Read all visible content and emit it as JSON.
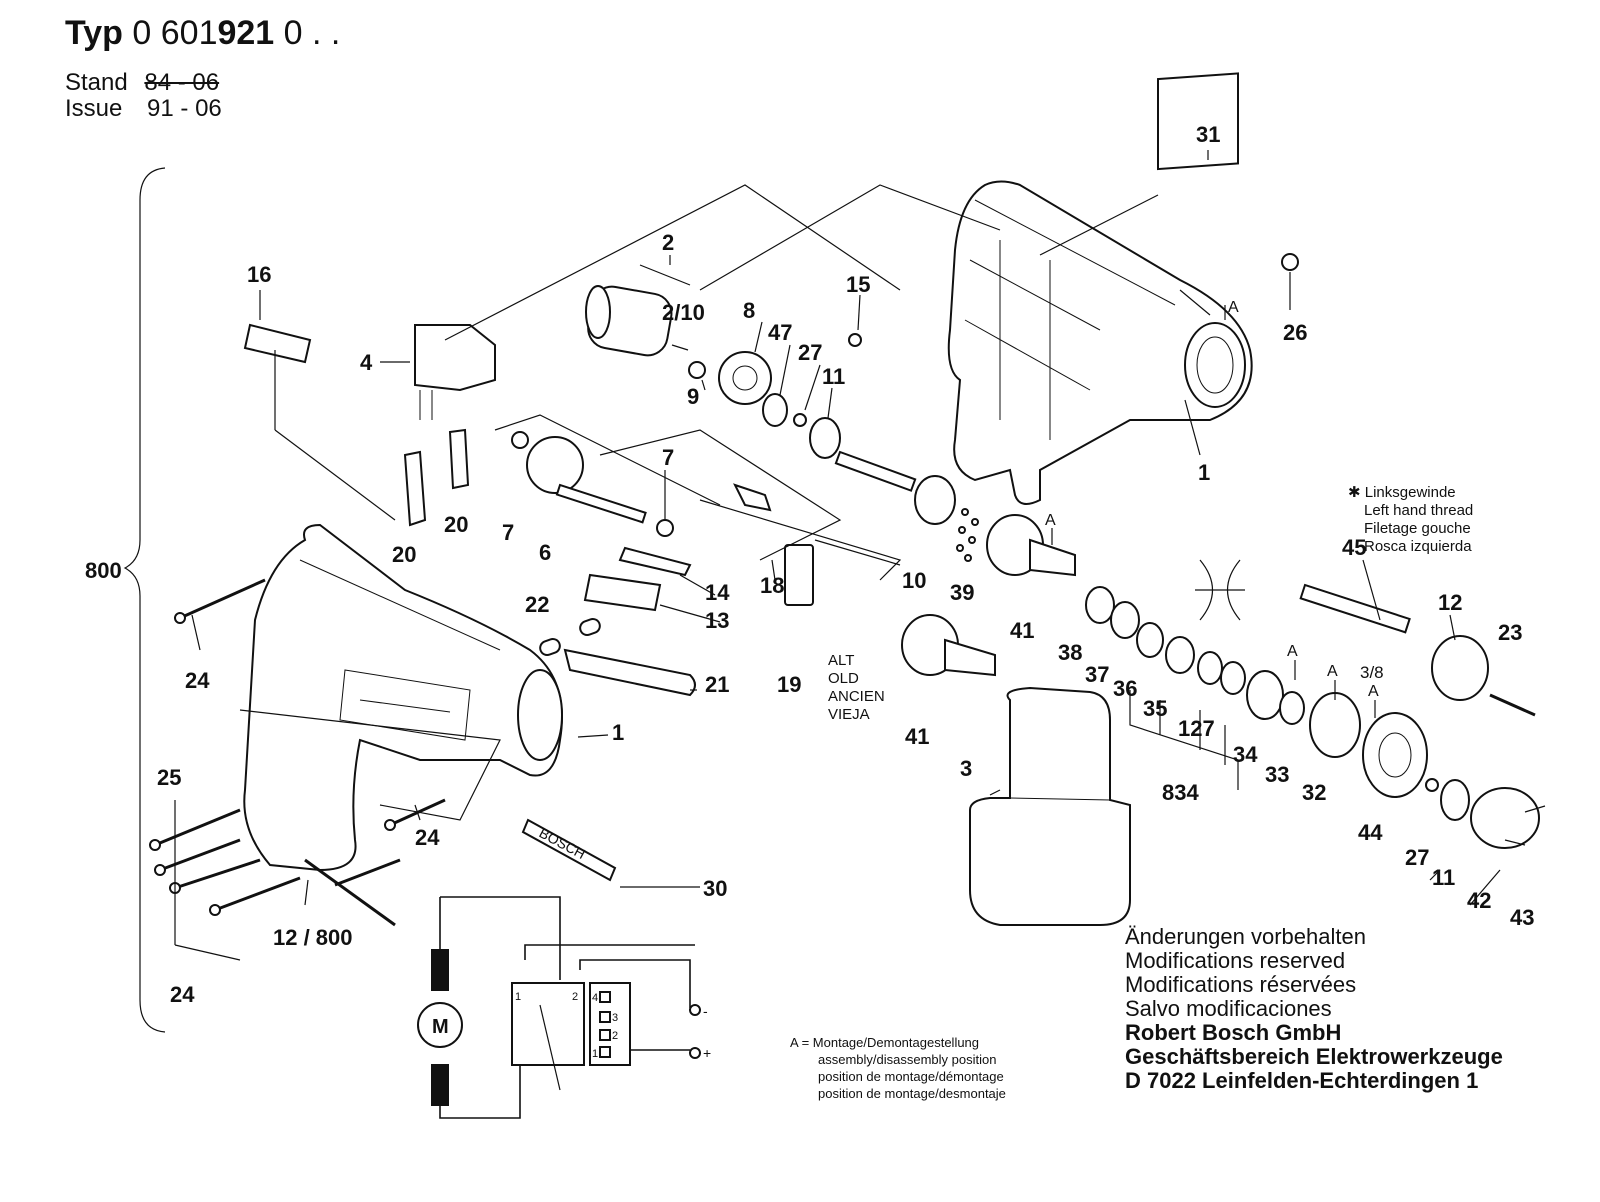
{
  "header": {
    "typ_label": "Typ",
    "typ_prefix": "0 601",
    "typ_bold": "921",
    "typ_suffix": "0 . .",
    "stand_label": "Stand",
    "stand_value": "84 - 06",
    "issue_label": "Issue",
    "issue_value": "91 - 06"
  },
  "callouts": {
    "c800": "800",
    "c31": "31",
    "c2": "2",
    "c2_10": "2/10",
    "c16": "16",
    "c4": "4",
    "c8": "8",
    "c47": "47",
    "c27a": "27",
    "c11a": "11",
    "c15": "15",
    "c26": "26",
    "c9": "9",
    "cA1": "A",
    "c1a": "1",
    "c7a": "7",
    "c7b": "7",
    "c20a": "20",
    "c20b": "20",
    "c6": "6",
    "c14": "14",
    "c18": "18",
    "c13": "13",
    "c10": "10",
    "c39": "39",
    "cA2": "A",
    "c41a": "41",
    "c22": "22",
    "c24a": "24",
    "c21": "21",
    "c19": "19",
    "c1b": "1",
    "c41b": "41",
    "c3": "3",
    "c25": "25",
    "c24b": "24",
    "c30": "30",
    "c12_800": "12 / 800",
    "c24c": "24",
    "c45": "45",
    "c12": "12",
    "c23": "23",
    "c3_8": "3/8",
    "c38": "38",
    "c37": "37",
    "c36": "36",
    "c35": "35",
    "c127": "127",
    "c34": "34",
    "c33": "33",
    "c32": "32",
    "c44": "44",
    "c27b": "27",
    "c11b": "11",
    "c42": "42",
    "c43": "43",
    "c834": "834",
    "cA3": "A",
    "cA4": "A",
    "cA5": "A"
  },
  "thread_note": {
    "de": "Linksgewinde",
    "en": "Left hand thread",
    "fr": "Filetage gouche",
    "es": "Rosca izquierda"
  },
  "alt_note": {
    "de": "ALT",
    "en": "OLD",
    "fr": "ANCIEN",
    "es": "VIEJA"
  },
  "wiring": {
    "motor_label": "M",
    "minus": "-",
    "plus": "+",
    "t4": "4",
    "t3": "3",
    "t2": "2",
    "t1": "1",
    "s1": "1",
    "s2": "2"
  },
  "legend_a": {
    "prefix": "A =",
    "de": "Montage/Demontagestellung",
    "en": "assembly/disassembly position",
    "fr": "position de montage/démontage",
    "es": "position de montage/desmontaje"
  },
  "notes": {
    "de": "Änderungen vorbehalten",
    "en": "Modifications reserved",
    "fr": "Modifications réservées",
    "es": "Salvo modificaciones",
    "company": "Robert Bosch GmbH",
    "division": "Geschäftsbereich Elektrowerkzeuge",
    "address": "D 7022 Leinfelden-Echterdingen 1"
  },
  "logo_text": "BOSCH"
}
